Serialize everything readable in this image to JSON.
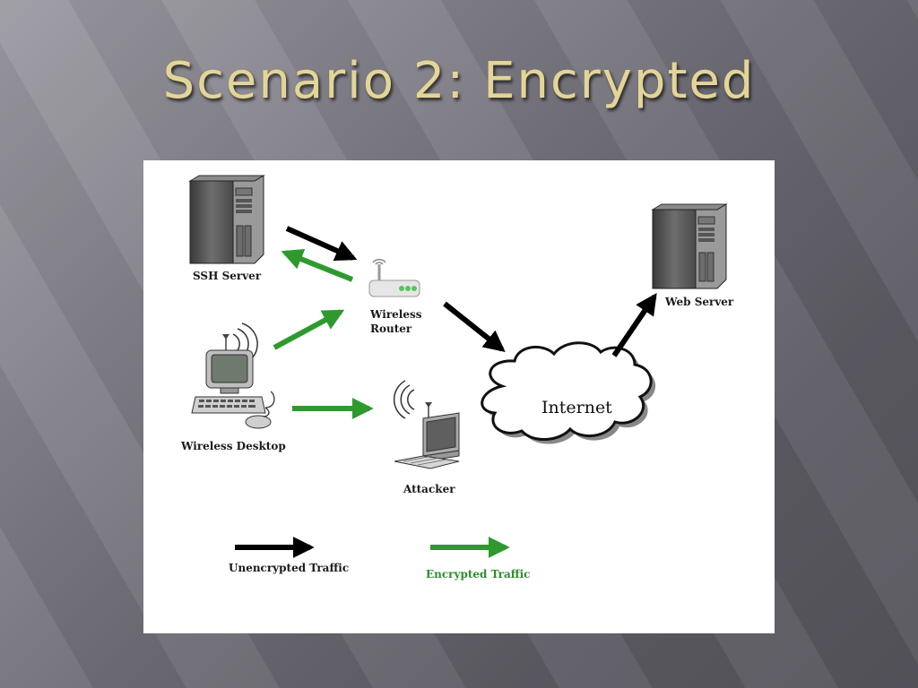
{
  "slide": {
    "title": "Scenario 2: Encrypted"
  },
  "diagram": {
    "nodes": {
      "ssh_server": "SSH Server",
      "wireless_router_line1": "Wireless",
      "wireless_router_line2": "Router",
      "wireless_desktop": "Wireless Desktop",
      "attacker": "Attacker",
      "internet": "Internet",
      "web_server": "Web Server"
    },
    "legend": {
      "unencrypted": "Unencrypted Traffic",
      "encrypted": "Encrypted Traffic"
    },
    "colors": {
      "unencrypted": "#000000",
      "encrypted": "#2e9a2e",
      "title": "#e3d59a"
    }
  }
}
